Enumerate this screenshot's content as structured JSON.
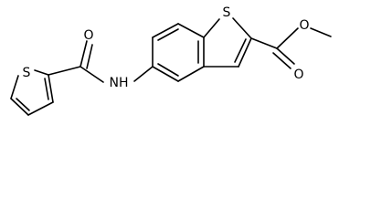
{
  "molecule": {
    "atoms": {
      "S1": "S",
      "O1": "O",
      "NH": "NH",
      "S2": "S",
      "O2": "O",
      "O3": "O"
    }
  }
}
